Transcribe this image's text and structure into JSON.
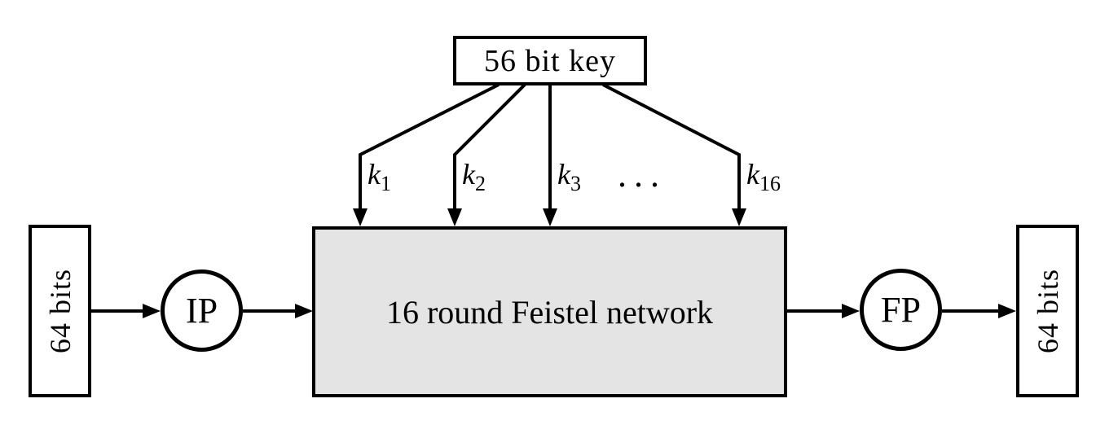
{
  "colors": {
    "stroke": "#000000",
    "feistel_fill": "#e4e4e4",
    "background": "#ffffff"
  },
  "nodes": {
    "key_box": {
      "label": "56 bit key"
    },
    "input_box": {
      "label": "64 bits"
    },
    "ip": {
      "label": "IP"
    },
    "feistel": {
      "label": "16 round Feistel network"
    },
    "fp": {
      "label": "FP"
    },
    "output_box": {
      "label": "64 bits"
    }
  },
  "round_keys": {
    "items": [
      {
        "base": "k",
        "sub": "1"
      },
      {
        "base": "k",
        "sub": "2"
      },
      {
        "base": "k",
        "sub": "3"
      },
      {
        "base": "k",
        "sub": "16"
      }
    ],
    "ellipsis": "..."
  }
}
